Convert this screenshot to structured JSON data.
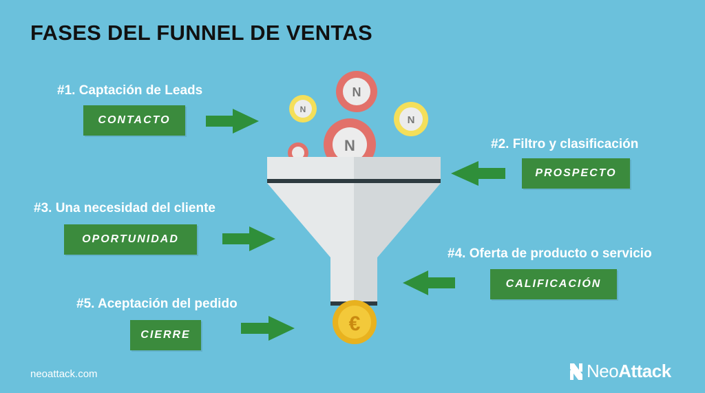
{
  "title": "FASES DEL FUNNEL DE VENTAS",
  "stages": [
    {
      "heading": "#1. Captación de Leads",
      "label": "CONTACTO"
    },
    {
      "heading": "#2. Filtro y clasificación",
      "label": "PROSPECTO"
    },
    {
      "heading": "#3. Una necesidad del cliente",
      "label": "OPORTUNIDAD"
    },
    {
      "heading": "#4. Oferta de producto o servicio",
      "label": "CALIFICACIÓN"
    },
    {
      "heading": "#5. Aceptación del pedido",
      "label": "CIERRE"
    }
  ],
  "coin_symbol": "€",
  "footer": {
    "url": "neoattack.com",
    "brand_light": "Neo",
    "brand_bold": "Attack"
  },
  "colors": {
    "background": "#6bc1dc",
    "stage_box": "#3b8b3d",
    "arrow": "#2f8f3a",
    "coin_red": "#e2716a",
    "coin_yellow": "#f4df5a",
    "coin_gold": "#e8b21f"
  },
  "icons": [
    "arrow-right-icon",
    "arrow-left-icon",
    "coin-icon",
    "funnel-icon",
    "euro-coin-icon",
    "neoattack-logo-icon"
  ]
}
